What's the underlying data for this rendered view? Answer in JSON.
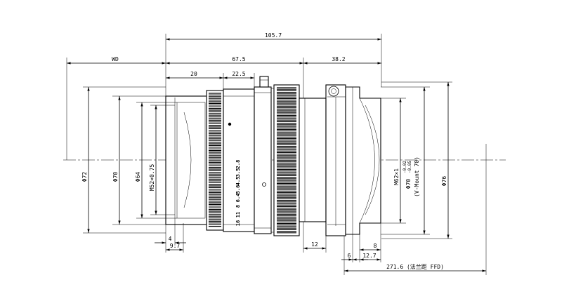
{
  "dimensions": {
    "overall_length": "105.7",
    "working_distance": "WD",
    "front_length": "67.5",
    "rear_length": "38.2",
    "front_segment_1": "20",
    "front_segment_2": "22.5",
    "dia_72": "Φ72",
    "dia_70": "Φ70",
    "dia_64": "Φ64",
    "filter_thread": "M52×0.75",
    "mount_thread": "M62×1",
    "mount_dia": "Φ70",
    "mount_tol_upper": "-0.02",
    "mount_tol_lower": "-0.05",
    "mount_name": "(V-Mount 70)",
    "rear_dia": "Φ76",
    "front_4": "4",
    "front_9_7": "9.7",
    "mount_12": "12",
    "mount_8": "8",
    "mount_6": "6",
    "mount_12_7": "12.7",
    "flange_distance": "271.6 (法兰距 FFD)"
  },
  "focus_scale": [
    "2.8",
    "3.5",
    "4.5",
    "5.6",
    "6.4",
    "8",
    "11",
    "16"
  ]
}
